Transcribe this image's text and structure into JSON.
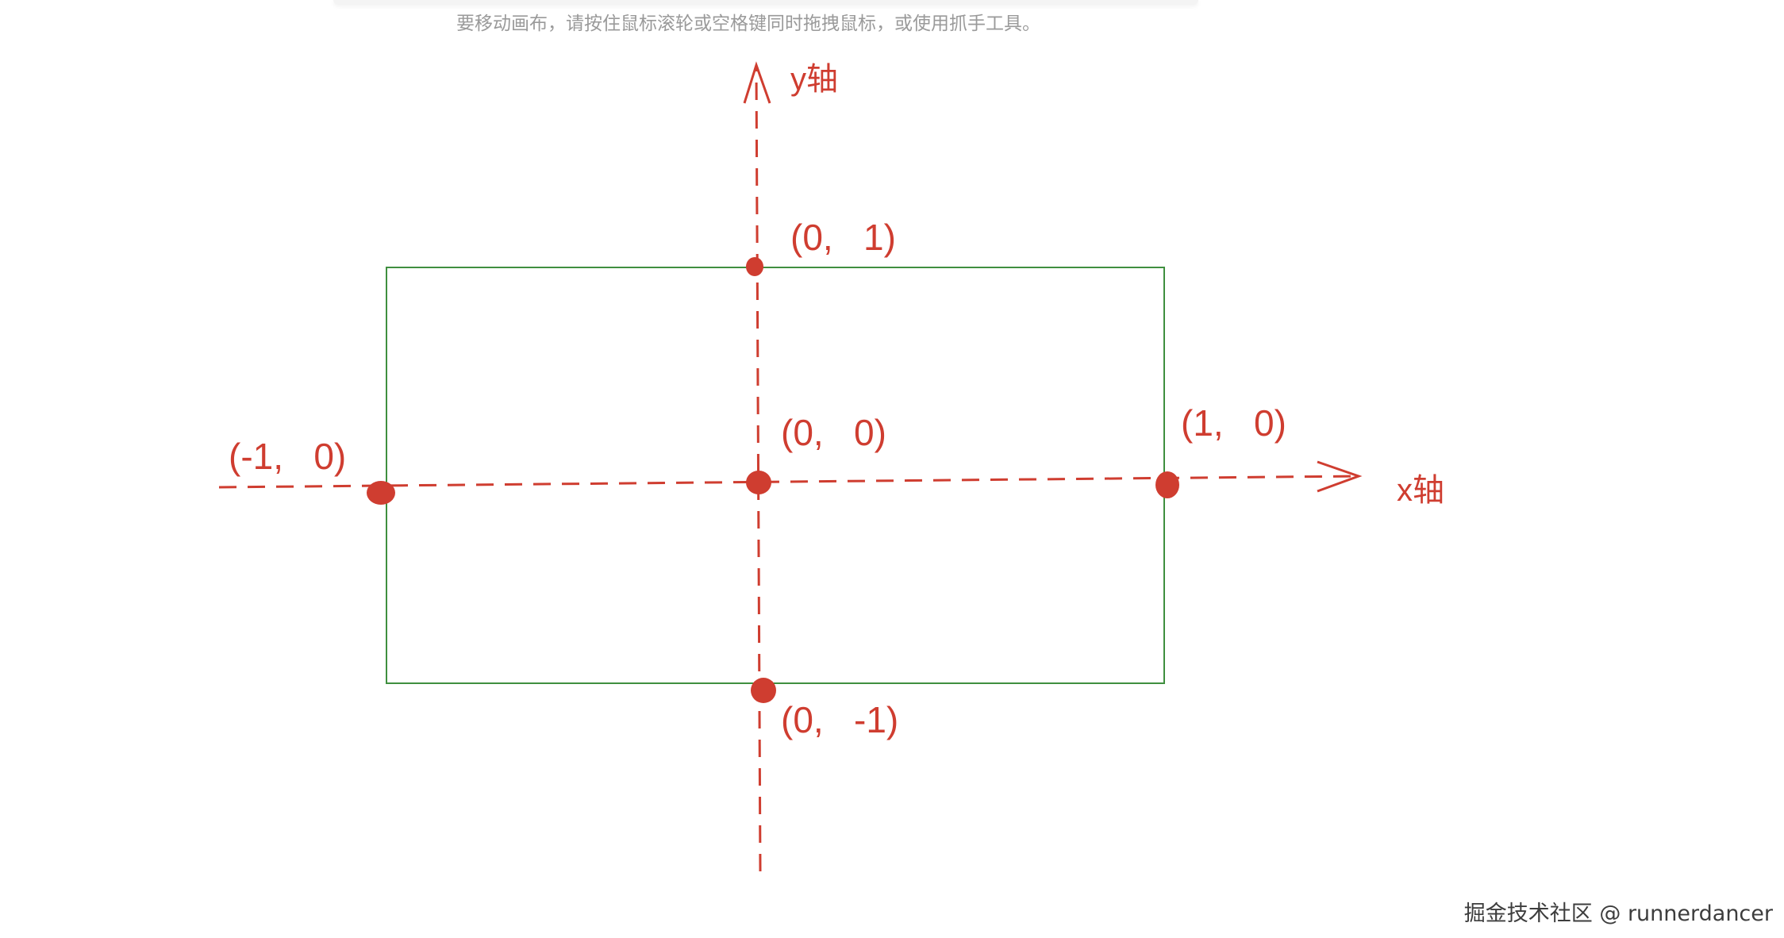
{
  "hint": {
    "text": "要移动画布，请按住鼠标滚轮或空格键同时拖拽鼠标，或使用抓手工具。"
  },
  "colors": {
    "axis": "#cf3d30",
    "point": "#cf3d30",
    "rectangle": "#3f8f3f",
    "hint": "#9a9a9a"
  },
  "diagram": {
    "y_axis_label": "y轴",
    "x_axis_label": "x轴",
    "points": [
      {
        "id": "top",
        "label": "(0,   1)"
      },
      {
        "id": "origin",
        "label": "(0,   0)"
      },
      {
        "id": "left",
        "label": "(-1,   0)"
      },
      {
        "id": "right",
        "label": "(1,   0)"
      },
      {
        "id": "bottom",
        "label": "(0,   -1)"
      }
    ]
  },
  "watermark": {
    "text": "掘金技术社区 @ runnerdancer"
  }
}
